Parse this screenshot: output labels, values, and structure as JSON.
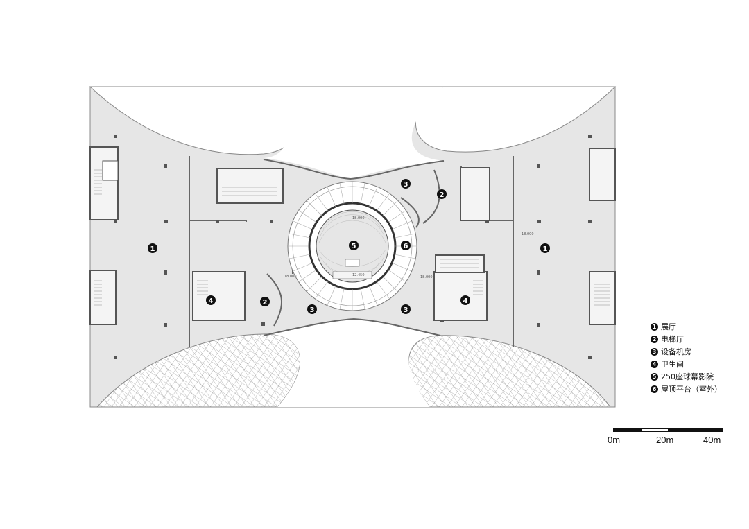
{
  "markers": {
    "m1": "1",
    "m2": "2",
    "m3": "3",
    "m4": "4",
    "m5": "5",
    "m6": "6"
  },
  "legend": [
    {
      "num": "1",
      "label": "展厅"
    },
    {
      "num": "2",
      "label": "电梯厅"
    },
    {
      "num": "3",
      "label": "设备机房"
    },
    {
      "num": "4",
      "label": "卫生间"
    },
    {
      "num": "5",
      "label": "250座球幕影院"
    },
    {
      "num": "6",
      "label": "屋顶平台（室外）"
    }
  ],
  "scale": {
    "label_0": "0m",
    "label_20": "20m",
    "label_40": "40m"
  },
  "levels": {
    "a": "18.000",
    "b": "18.000",
    "c": "18.000",
    "d": "18.000",
    "e": "12.450"
  },
  "colors": {
    "floor": "#e6e6e6",
    "wall": "#555555",
    "void": "#ffffff",
    "marker": "#111111"
  }
}
